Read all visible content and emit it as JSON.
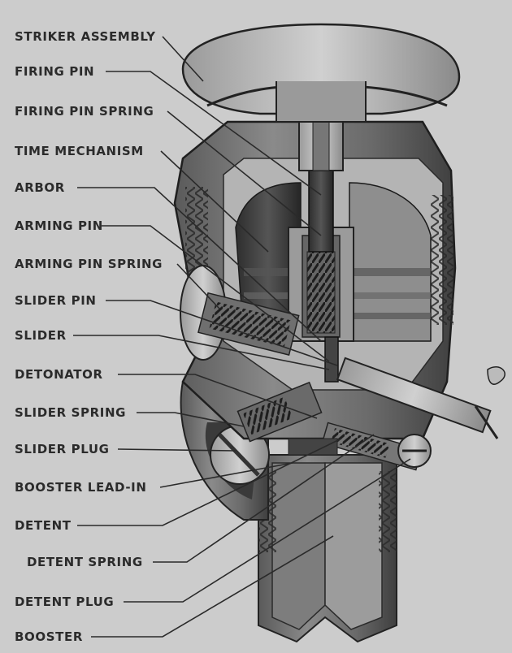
{
  "labels": [
    {
      "key": "striker_assembly",
      "text": "STRIKER ASSEMBLY"
    },
    {
      "key": "firing_pin",
      "text": "FIRING PIN"
    },
    {
      "key": "firing_pin_spring",
      "text": "FIRING PIN SPRING"
    },
    {
      "key": "time_mechanism",
      "text": "TIME MECHANISM"
    },
    {
      "key": "arbor",
      "text": "ARBOR"
    },
    {
      "key": "arming_pin",
      "text": "ARMING PIN"
    },
    {
      "key": "arming_pin_spring",
      "text": "ARMING PIN SPRING"
    },
    {
      "key": "slider_pin",
      "text": "SLIDER PIN"
    },
    {
      "key": "slider",
      "text": "SLIDER"
    },
    {
      "key": "detonator",
      "text": "DETONATOR"
    },
    {
      "key": "slider_spring",
      "text": "SLIDER SPRING"
    },
    {
      "key": "slider_plug",
      "text": "SLIDER PLUG"
    },
    {
      "key": "booster_lead_in",
      "text": "BOOSTER LEAD-IN"
    },
    {
      "key": "detent",
      "text": "DETENT"
    },
    {
      "key": "detent_spring",
      "text": "DETENT SPRING"
    },
    {
      "key": "detent_plug",
      "text": "DETENT PLUG"
    },
    {
      "key": "booster",
      "text": "BOOSTER"
    }
  ]
}
